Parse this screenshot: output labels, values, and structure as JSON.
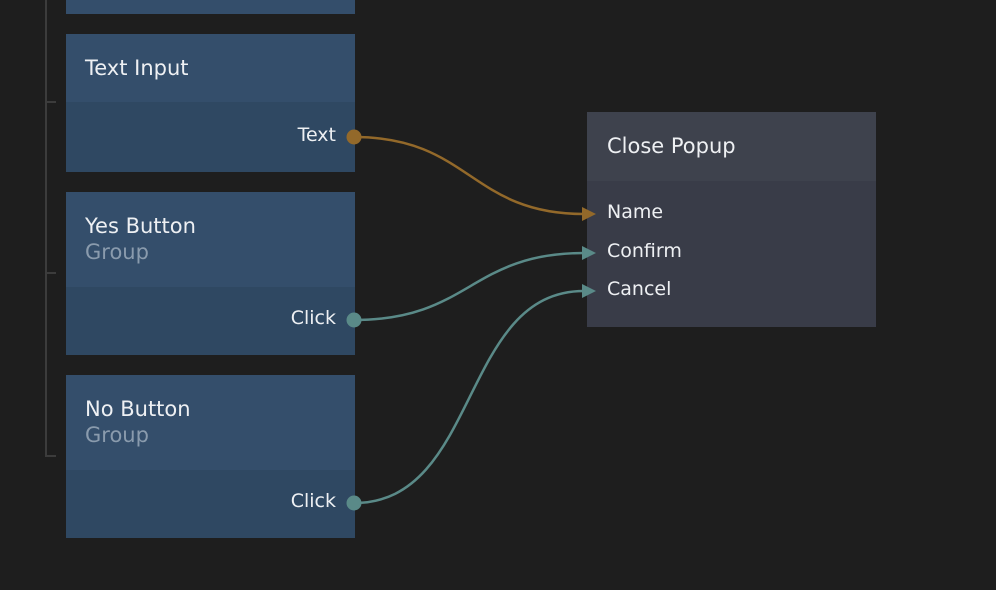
{
  "nodes": [
    {
      "title": "Text Input",
      "port": "Text"
    },
    {
      "title": "Yes Button",
      "subtitle": "Group",
      "port": "Click"
    },
    {
      "title": "No Button",
      "subtitle": "Group",
      "port": "Click"
    }
  ],
  "target": {
    "title": "Close Popup",
    "inputs": [
      "Name",
      "Confirm",
      "Cancel"
    ]
  },
  "connections": [
    {
      "from": "Text Input.Text",
      "to": "Close Popup.Name",
      "color": "#93692a"
    },
    {
      "from": "Yes Button.Click",
      "to": "Close Popup.Confirm",
      "color": "#5a8a88"
    },
    {
      "from": "No Button.Click",
      "to": "Close Popup.Cancel",
      "color": "#5a8a88"
    }
  ],
  "colors": {
    "background": "#1e1e1e",
    "node_header": "#344e6b",
    "node_body": "#2f4862",
    "popup_header": "#3e424d",
    "popup_body": "#393c48"
  }
}
